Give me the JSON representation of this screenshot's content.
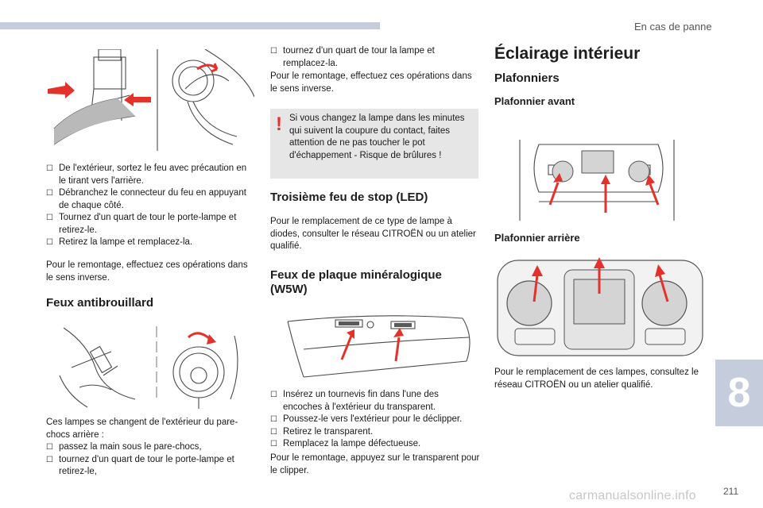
{
  "header": {
    "section": "En cas de panne"
  },
  "chapter_tab": {
    "number": "8"
  },
  "footer": {
    "page_number": "211",
    "watermark": "carmanualsonline.info"
  },
  "col1": {
    "steps": [
      "De l'extérieur, sortez le feu avec précaution en le tirant vers l'arrière.",
      "Débranchez le connecteur du feu en appuyant de chaque côté.",
      "Tournez d'un quart de tour le porte-lampe et retirez-le.",
      "Retirez la lampe et remplacez-la."
    ],
    "reassembly": "Pour le remontage, effectuez ces opérations dans le sens inverse.",
    "fog_title": "Feux antibrouillard",
    "fog_intro": "Ces lampes se changent de l'extérieur du pare-chocs arrière :",
    "fog_steps": [
      "passez la main sous le pare-chocs,",
      "tournez d'un quart de tour le porte-lampe et retirez-le,"
    ]
  },
  "col2": {
    "steps_cont": [
      "tournez d'un quart de tour la lampe et remplacez-la."
    ],
    "reassembly": "Pour le remontage, effectuez ces opérations dans le sens inverse.",
    "warning": "Si vous changez la lampe dans les minutes qui suivent la coupure du contact, faites attention de ne pas toucher le pot d'échappement - Risque de brûlures !",
    "stop_title": "Troisième feu de stop (LED)",
    "stop_text": "Pour le remplacement de ce type de lampe à diodes, consulter le réseau CITROËN ou un atelier qualifié.",
    "plate_title": "Feux de plaque minéralogique (W5W)",
    "plate_steps": [
      "Insérez un tournevis fin dans l'une des encoches à l'extérieur du transparent.",
      "Poussez-le vers l'extérieur pour le déclipper.",
      "Retirez le transparent.",
      "Remplacez la lampe défectueuse."
    ],
    "plate_reassembly": "Pour le remontage, appuyez sur le transparent pour le clipper."
  },
  "col3": {
    "title": "Éclairage intérieur",
    "subtitle": "Plafonniers",
    "front_title": "Plafonnier avant",
    "rear_title": "Plafonnier arrière",
    "rear_text": "Pour le remplacement de ces lampes, consultez le réseau CITROËN ou un atelier qualifié."
  },
  "colors": {
    "accent_red": "#e4322b",
    "tab": "#c5ccdc",
    "warning_bg": "#e6e6e6",
    "arrow": "#e4322b"
  },
  "icons": {
    "bullet": "checkbox-bullet-icon",
    "warning": "exclamation-icon"
  }
}
